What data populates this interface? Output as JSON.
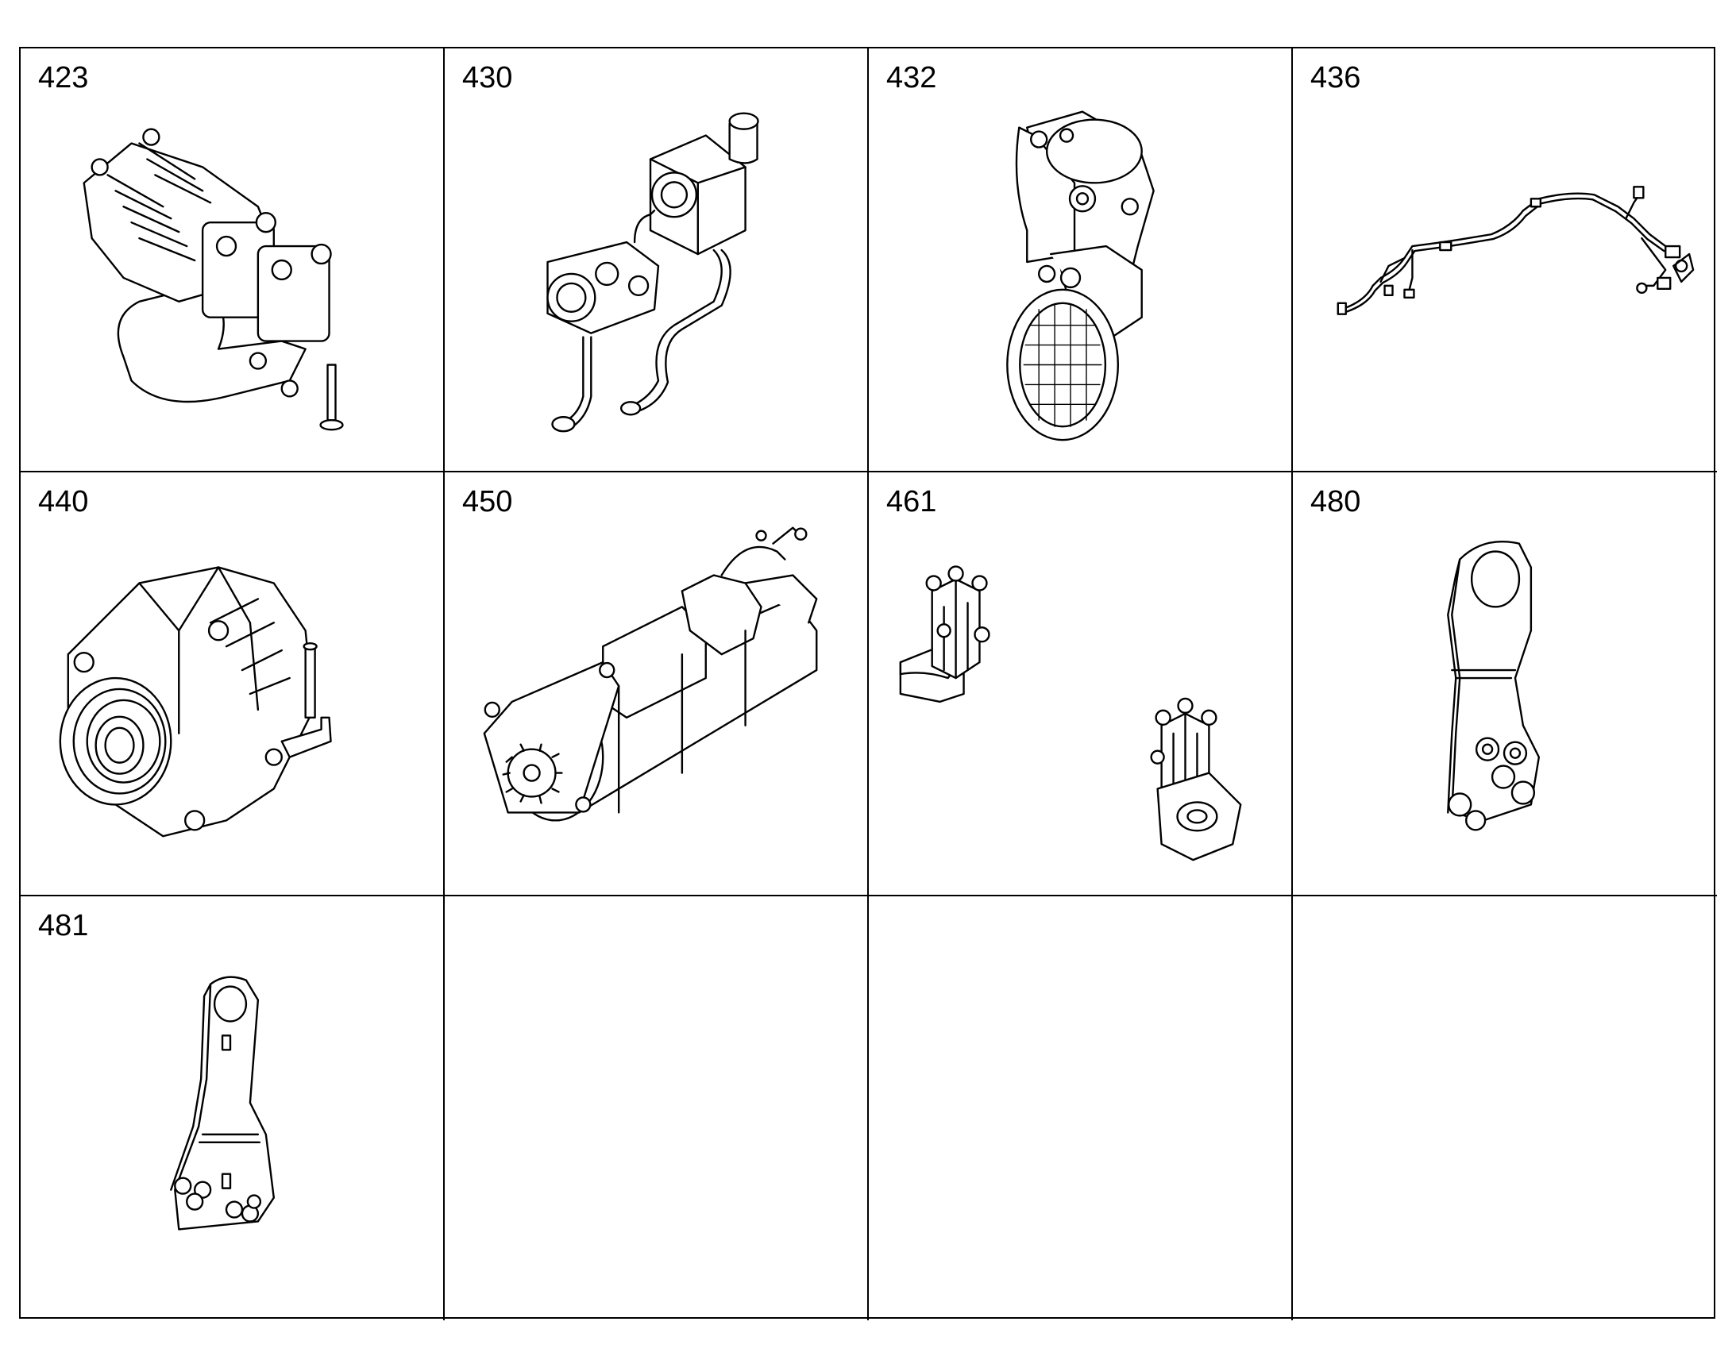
{
  "parts": [
    {
      "number": "423",
      "icon": "exhaust-manifold-icon"
    },
    {
      "number": "430",
      "icon": "turbocharger-icon"
    },
    {
      "number": "432",
      "icon": "egr-valve-icon"
    },
    {
      "number": "436",
      "icon": "wiring-harness-icon"
    },
    {
      "number": "440",
      "icon": "alternator-icon"
    },
    {
      "number": "450",
      "icon": "starter-motor-icon"
    },
    {
      "number": "461",
      "icon": "mounting-bracket-icon"
    },
    {
      "number": "480",
      "icon": "lifting-eye-icon"
    },
    {
      "number": "481",
      "icon": "lifting-bracket-icon"
    }
  ]
}
